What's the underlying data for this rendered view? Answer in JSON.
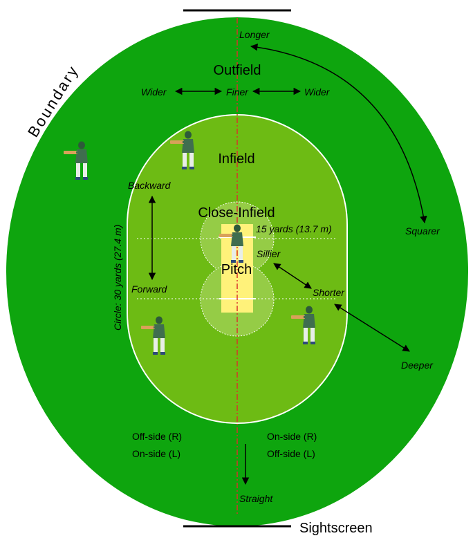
{
  "labels": {
    "boundary": "Boundary",
    "longer": "Longer",
    "outfield": "Outfield",
    "wider_left": "Wider",
    "finer": "Finer",
    "wider_right": "Wider",
    "infield": "Infield",
    "backward": "Backward",
    "close_infield": "Close-Infield",
    "yards15": "15 yards (13.7 m)",
    "circle30": "Circle: 30 yards (27.4 m)",
    "squarer": "Squarer",
    "sillier": "Sillier",
    "pitch": "Pitch",
    "forward": "Forward",
    "shorter": "Shorter",
    "deeper": "Deeper",
    "offside_r": "Off-side (R)",
    "onside_l": "On-side (L)",
    "onside_r": "On-side (R)",
    "offside_l": "Off-side (L)",
    "straight": "Straight",
    "sightscreen": "Sightscreen"
  },
  "colors": {
    "outfield": "#0ea50e",
    "infield": "#6dbb14",
    "close_infield": "#95cc46",
    "pitch": "#fff27a",
    "centre_line": "#d9322b"
  },
  "icons": [
    "fielder-icon",
    "batsman-icon"
  ]
}
